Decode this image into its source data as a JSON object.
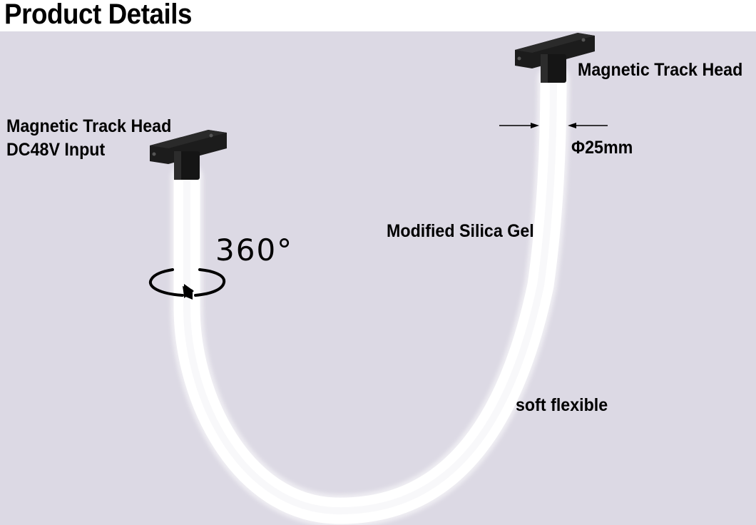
{
  "title": "Product Details",
  "labels": {
    "right_head": "Magnetic Track Head",
    "left_head": "Magnetic Track Head",
    "left_input": "DC48V Input",
    "diameter": "Φ25mm",
    "rotation": "360°",
    "material": "Modified Silica Gel",
    "flex": "soft flexible"
  },
  "colors": {
    "background": "#dcd9e4",
    "tube": "#ffffff",
    "mount": "#1a1a1a"
  },
  "icons": [
    "rotation-arrow-icon",
    "dimension-arrow-icon"
  ]
}
